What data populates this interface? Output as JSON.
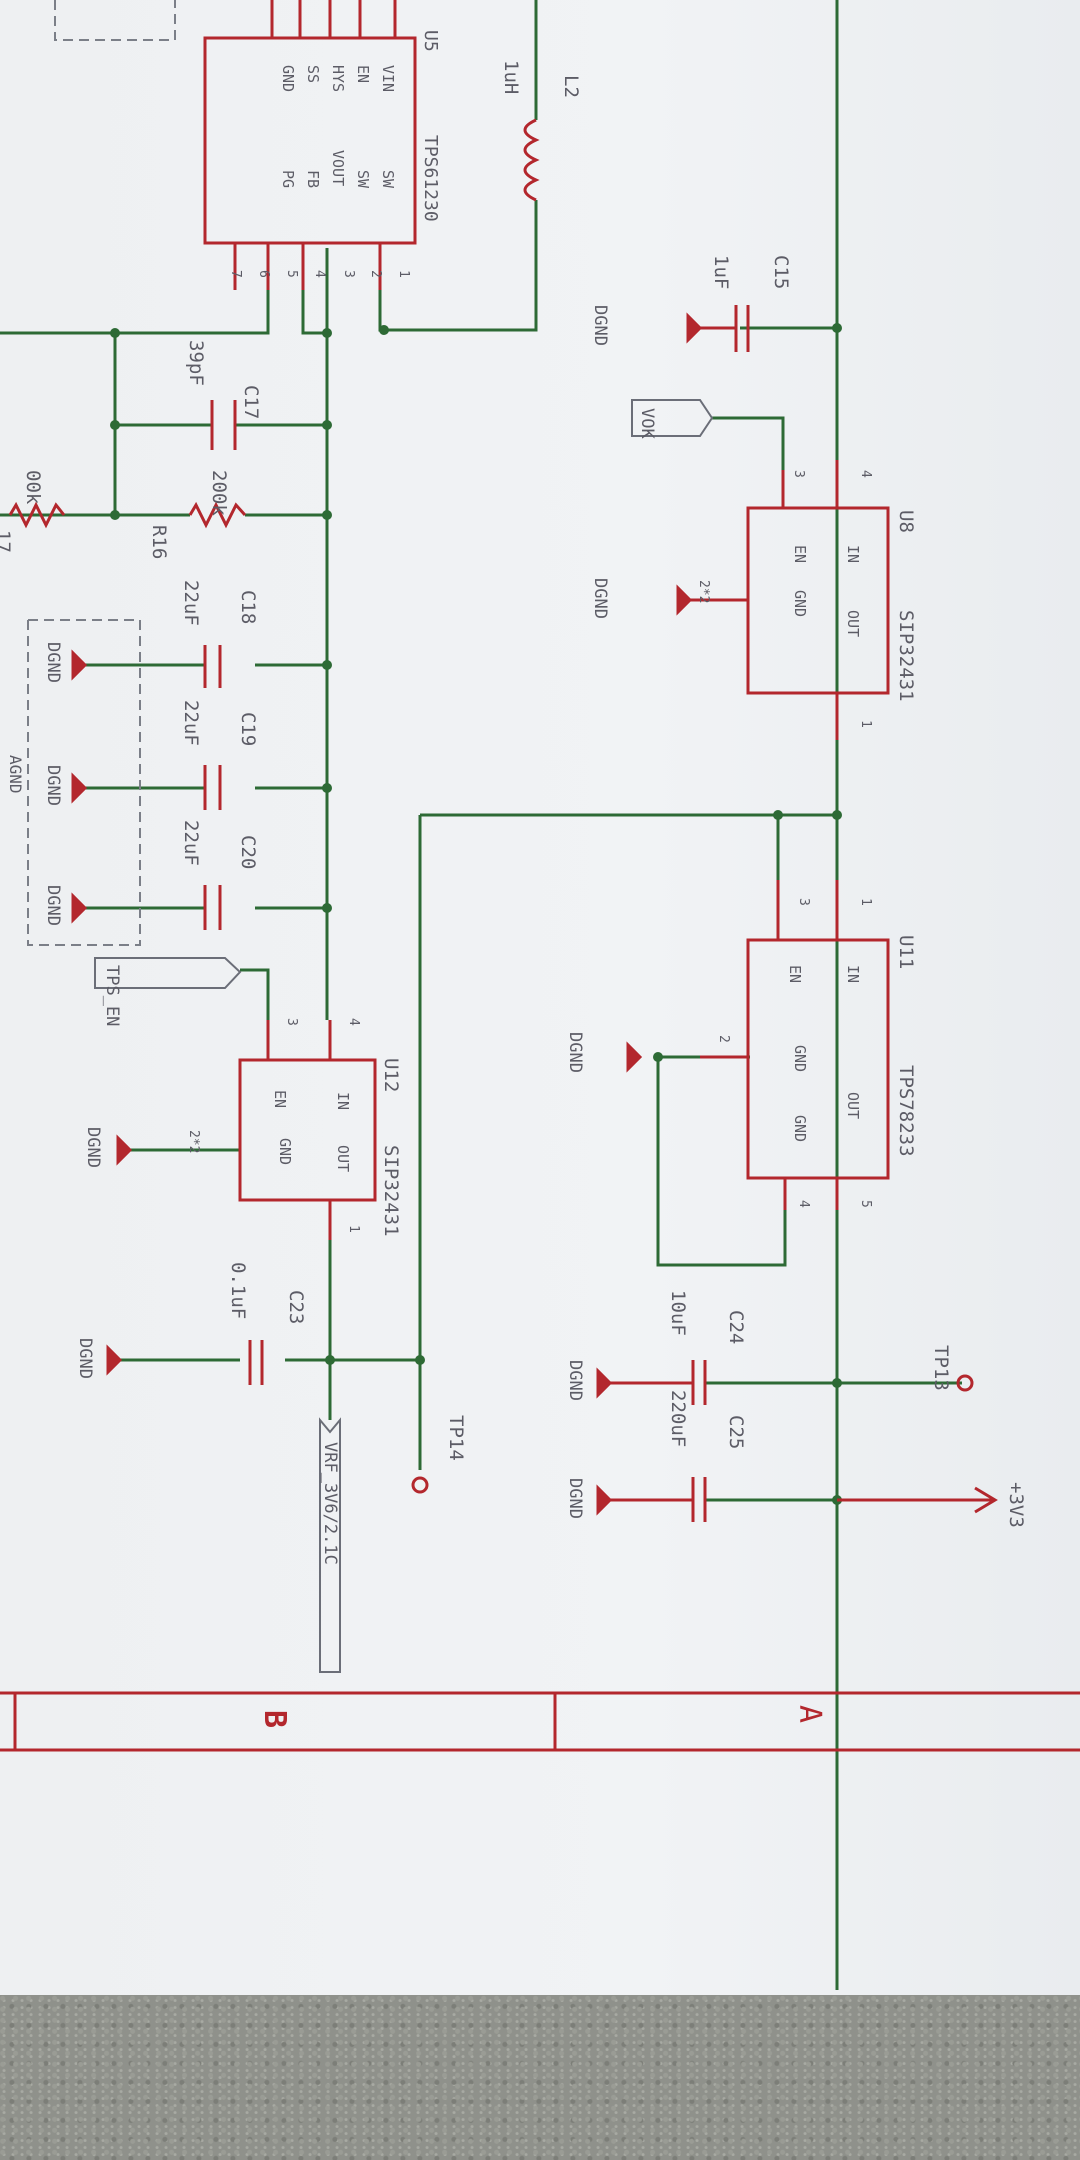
{
  "colors": {
    "wire": "#2d6a35",
    "part": "#b3272d",
    "text": "#5c5c66",
    "paper": "#f0f2f4",
    "floor": "#8f918b"
  },
  "u5": {
    "ref": "U5",
    "part": "TPS61230",
    "pins_left": [
      "VIN",
      "EN",
      "HYS",
      "SS",
      "GND"
    ],
    "pins_right": [
      "SW",
      "SW",
      "VOUT",
      "FB",
      "PG"
    ],
    "pin_nums": [
      "1",
      "2",
      "3",
      "4",
      "5",
      "6",
      "7"
    ]
  },
  "l2": {
    "ref": "L2",
    "value": "1uH"
  },
  "c15": {
    "ref": "C15",
    "value": "1uF"
  },
  "c17": {
    "ref": "C17",
    "value": "39pF"
  },
  "r16": {
    "ref": "R16",
    "value": "200k"
  },
  "r17": {
    "value": "00k",
    "ref_partial": "17"
  },
  "c18": {
    "ref": "C18",
    "value": "22uF"
  },
  "c19": {
    "ref": "C19",
    "value": "22uF"
  },
  "c20": {
    "ref": "C20",
    "value": "22uF"
  },
  "c23": {
    "ref": "C23",
    "value": "0.1uF"
  },
  "c24": {
    "ref": "C24",
    "value": "10uF"
  },
  "c25": {
    "ref": "C25",
    "value": "220uF"
  },
  "u8": {
    "ref": "U8",
    "part": "SIP32431",
    "pins": {
      "in": "IN",
      "en": "EN",
      "gnd": "GND",
      "out": "OUT"
    },
    "pin_nums": [
      "4",
      "3",
      "2*2",
      "1"
    ]
  },
  "u11": {
    "ref": "U11",
    "part": "TPS78233",
    "pins": {
      "in": "IN",
      "en": "EN",
      "gnd1": "GND",
      "gnd2": "GND",
      "out": "OUT"
    },
    "pin_nums": [
      "1",
      "3",
      "2",
      "4",
      "5"
    ]
  },
  "u12": {
    "ref": "U12",
    "part": "SIP32431",
    "pins": {
      "in": "IN",
      "en": "EN",
      "gnd": "GND",
      "out": "OUT"
    },
    "pin_nums": [
      "4",
      "3",
      "2*2",
      "1"
    ]
  },
  "net_labels": {
    "vok": "VOK",
    "tps_en": "TPS_EN",
    "vrf": "VRF_3V6/2.1C"
  },
  "ground": "DGND",
  "agnd": "AGND",
  "tp13": "TP13",
  "tp14": "TP14",
  "rail": "+3V3",
  "zone_a": "A",
  "zone_b": "B"
}
